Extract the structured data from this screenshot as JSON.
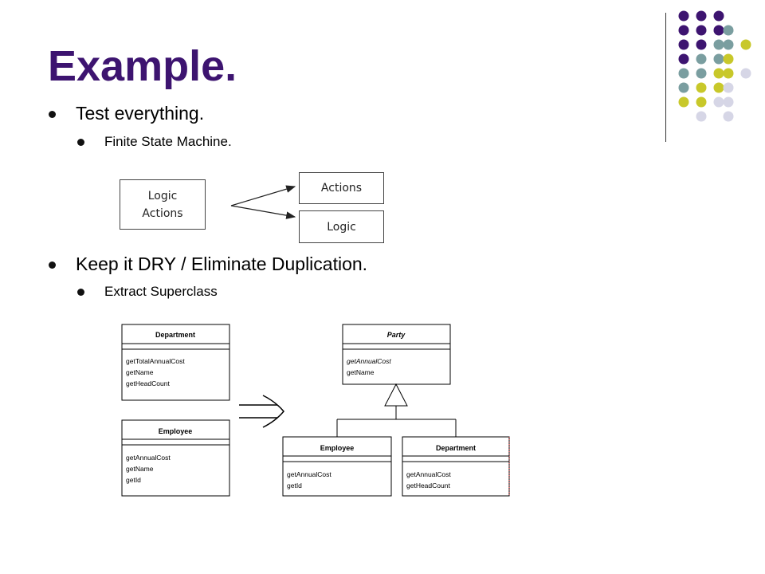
{
  "slide": {
    "title": "Example.",
    "bullets": [
      {
        "text": "Test everything.",
        "sub": "Finite State Machine."
      },
      {
        "text": "Keep it DRY / Eliminate Duplication.",
        "sub": "Extract Superclass"
      }
    ]
  },
  "decoration": {
    "dot_colors": [
      "#3d1470",
      "#7a9ea0",
      "#c8c82a",
      "#d6d6e6"
    ]
  },
  "fsm": {
    "source": {
      "line1": "Logic",
      "line2": "Actions"
    },
    "targets": [
      "Actions",
      "Logic"
    ]
  },
  "uml": {
    "before": [
      {
        "name": "Department",
        "methods": [
          "getTotalAnnualCost",
          "getName",
          "getHeadCount"
        ]
      },
      {
        "name": "Employee",
        "methods": [
          "getAnnualCost",
          "getName",
          "getId"
        ]
      }
    ],
    "after": {
      "parent": {
        "name": "Party",
        "methods": [
          "getAnnualCost",
          "getName"
        ]
      },
      "children": [
        {
          "name": "Employee",
          "methods": [
            "getAnnualCost",
            "getId"
          ]
        },
        {
          "name": "Department",
          "methods": [
            "getAnnualCost",
            "getHeadCount"
          ]
        }
      ]
    }
  }
}
